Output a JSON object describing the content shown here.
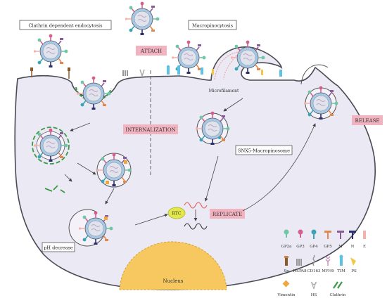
{
  "labels": {
    "clathrin_endocytosis": "Clathrin dependent endocytosis",
    "macropinocytosis": "Macropinocytosis",
    "attach": "ATTACH",
    "internalization": "INTERNALIZATION",
    "replicate": "REPLICATE",
    "release": "RELEASE",
    "microfilament": "Microfilament",
    "snx5": "SNX5-Macropinosome",
    "ph_decrease": "pH decrease",
    "rtc": "RTC",
    "nucleus": "Nucleus"
  },
  "legend": {
    "row1": [
      "GP2a",
      "GP3",
      "GP4",
      "GP5",
      "M",
      "N",
      "E"
    ],
    "row2": [
      "Sn",
      "HSPA8",
      "CD163",
      "MYH9",
      "TIM",
      "PS"
    ],
    "row3": [
      "Vimentin",
      "HS",
      "Clathrin"
    ]
  },
  "colors": {
    "cell_fill": "#ebe9f3",
    "cell_stroke": "#4a4a55",
    "label_fill": "#f2b3c0",
    "virion_core": "#dfe3ec",
    "virion_ring": "#a6c8e8",
    "nucleus": "#f6c85f",
    "gp2a": "#6fc6a6",
    "gp3": "#d45f8e",
    "gp4": "#3aa3b5",
    "gp5": "#e2884d",
    "m": "#8a5a9a",
    "n": "#2b2f6b",
    "e": "#f4b2ac",
    "sn": "#8b5a2b",
    "tim": "#5cc2e6",
    "ps": "#f2c744",
    "vimentin": "#f0a640",
    "clathrin": "#3a9a48",
    "rna": "#e45a5a"
  }
}
